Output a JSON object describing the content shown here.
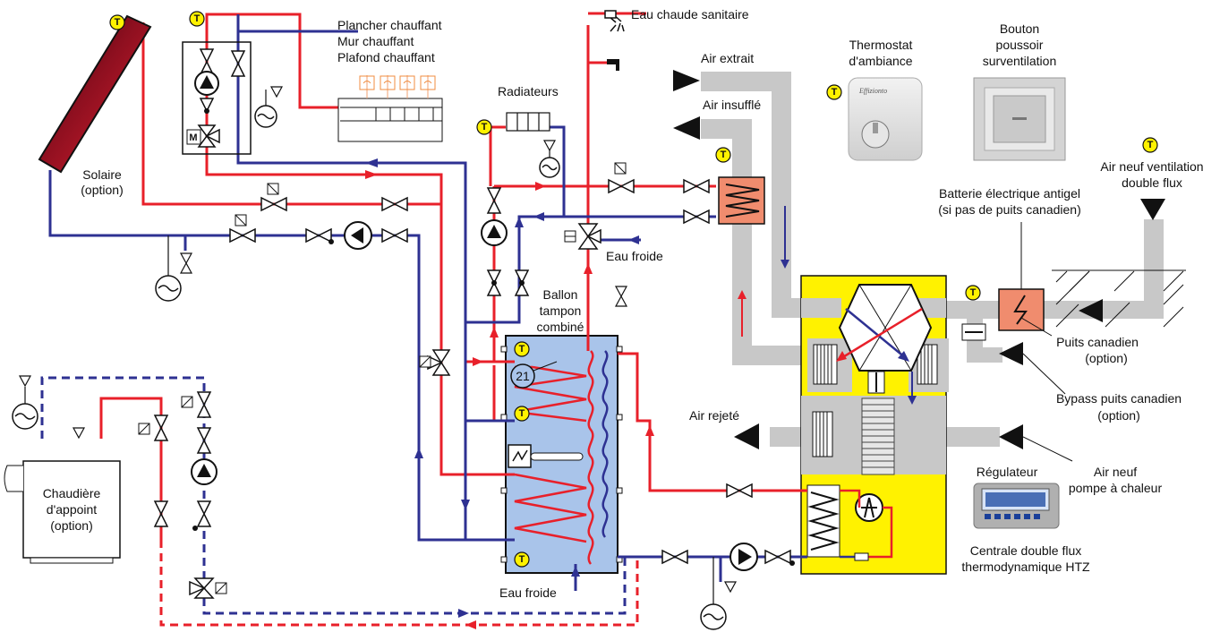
{
  "labels": {
    "solar": [
      "Solaire",
      "(option)"
    ],
    "floor_heating": [
      "Plancher chauffant",
      "Mur chauffant",
      "Plafond chauffant"
    ],
    "dhw": "Eau chaude sanitaire",
    "radiators": "Radiateurs",
    "air_extracted": "Air extrait",
    "air_supplied": "Air insufflé",
    "thermostat": [
      "Thermostat",
      "d'ambiance"
    ],
    "boost_button": [
      "Bouton",
      "poussoir",
      "surventilation"
    ],
    "fresh_air_double_flow": [
      "Air neuf ventilation",
      "double flux"
    ],
    "antifreeze_battery": [
      "Batterie électrique antigel",
      "(si pas de puits canadien)"
    ],
    "cold_water_top": "Eau froide",
    "buffer_tank": [
      "Ballon",
      "tampon",
      "combiné"
    ],
    "canadian_well": [
      "Puits canadien",
      "(option)"
    ],
    "bypass": [
      "Bypass puits canadien",
      "(option)"
    ],
    "air_rejected": "Air rejeté",
    "fresh_air_heat_pump": [
      "Air neuf",
      "pompe à chaleur"
    ],
    "regulator": "Régulateur",
    "central_unit": [
      "Centrale double flux",
      "thermodynamique HTZ"
    ],
    "boiler": [
      "Chaudière",
      "d'appoint",
      "(option)"
    ],
    "cold_water_bottom": "Eau froide"
  },
  "tank_sensor_value": "21",
  "sensor_symbol": "T",
  "device_labels": {
    "motor": "M",
    "thermostat_brand": "Effizionto"
  },
  "colors": {
    "hot_pipe": "#e8202a",
    "cold_pipe": "#2e3192",
    "air_duct": "#c8c8c8",
    "central_unit": "#fff200",
    "buffer_tank": "#a9c4ea",
    "heat_exchanger": "#f08c6e",
    "sensor": "#fff200",
    "solar_panel": "#c0102a"
  }
}
